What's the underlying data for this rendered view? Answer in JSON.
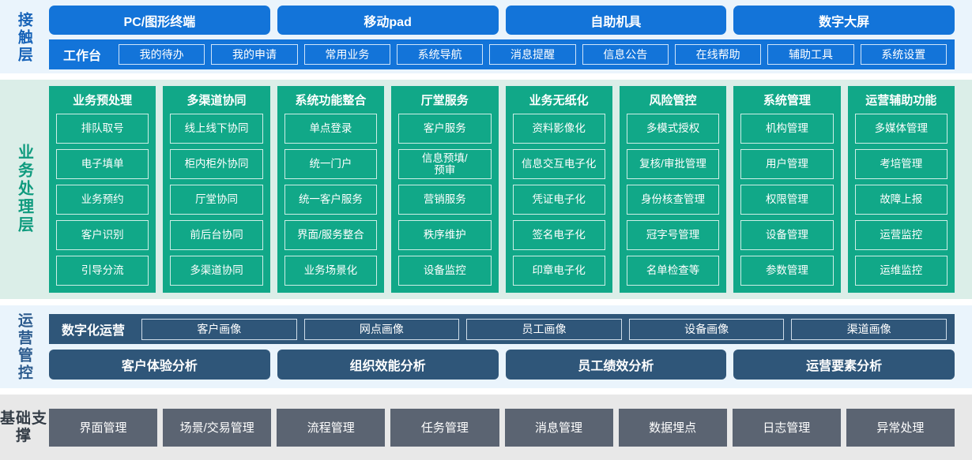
{
  "layers": {
    "touch": {
      "label": "接触层",
      "accent": "#1374d9",
      "background": "#eaf4fc",
      "channels": [
        "PC/图形终端",
        "移动pad",
        "自助机具",
        "数字大屏"
      ],
      "workbench_title": "工作台",
      "workbench_items": [
        "我的待办",
        "我的申请",
        "常用业务",
        "系统导航",
        "消息提醒",
        "信息公告",
        "在线帮助",
        "辅助工具",
        "系统设置"
      ]
    },
    "business": {
      "label": "业务处理层",
      "accent": "#11a888",
      "background": "#dbeee8",
      "columns": [
        {
          "title": "业务预处理",
          "items": [
            "排队取号",
            "电子填单",
            "业务预约",
            "客户识别",
            "引导分流"
          ]
        },
        {
          "title": "多渠道协同",
          "items": [
            "线上线下协同",
            "柜内柜外协同",
            "厅堂协同",
            "前后台协同",
            "多渠道协同"
          ]
        },
        {
          "title": "系统功能整合",
          "items": [
            "单点登录",
            "统一门户",
            "统一客户服务",
            "界面/服务整合",
            "业务场景化"
          ]
        },
        {
          "title": "厅堂服务",
          "items": [
            "客户服务",
            "信息预填/\n预审",
            "营销服务",
            "秩序维护",
            "设备监控"
          ]
        },
        {
          "title": "业务无纸化",
          "items": [
            "资料影像化",
            "信息交互电子化",
            "凭证电子化",
            "签名电子化",
            "印章电子化"
          ]
        },
        {
          "title": "风险管控",
          "items": [
            "多模式授权",
            "复核/审批管理",
            "身份核查管理",
            "冠字号管理",
            "名单检查等"
          ]
        },
        {
          "title": "系统管理",
          "items": [
            "机构管理",
            "用户管理",
            "权限管理",
            "设备管理",
            "参数管理"
          ]
        },
        {
          "title": "运营辅助功能",
          "items": [
            "多媒体管理",
            "考培管理",
            "故障上报",
            "运营监控",
            "运维监控"
          ]
        }
      ]
    },
    "operations": {
      "label": "运营管控",
      "accent": "#2f5679",
      "background": "#eaf4fc",
      "portrait_title": "数字化运营",
      "portrait_items": [
        "客户画像",
        "网点画像",
        "员工画像",
        "设备画像",
        "渠道画像"
      ],
      "analysis_items": [
        "客户体验分析",
        "组织效能分析",
        "员工绩效分析",
        "运营要素分析"
      ]
    },
    "base": {
      "label": "基础支撑",
      "accent": "#5b6472",
      "background": "#e8e8e8",
      "items": [
        "界面管理",
        "场景/交易管理",
        "流程管理",
        "任务管理",
        "消息管理",
        "数据埋点",
        "日志管理",
        "异常处理"
      ]
    }
  }
}
